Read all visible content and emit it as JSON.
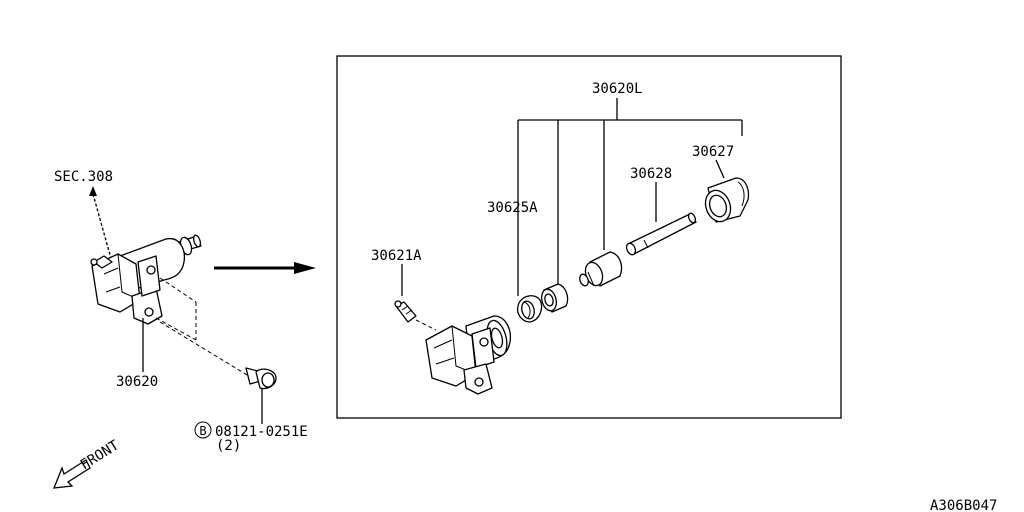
{
  "labels": {
    "sec_ref": "SEC.308",
    "cylinder": "30620",
    "bolt_part": "08121-0251E",
    "bolt_qty": "(2)",
    "bolt_marker": "B",
    "front": "FRONT",
    "kit": "30620L",
    "bleeder": "30621A",
    "seal": "30625A",
    "pushrod": "30628",
    "boot": "30627",
    "diagram_code": "A306B047"
  }
}
